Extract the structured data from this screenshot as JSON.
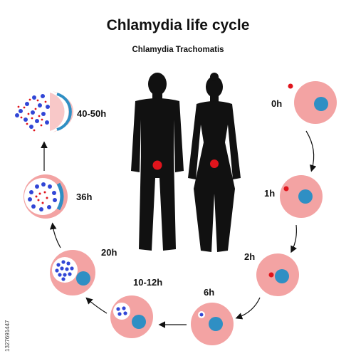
{
  "title": "Chlamydia life cycle",
  "subtitle": "Chlamydia Trachomatis",
  "stages": [
    {
      "label": "0h"
    },
    {
      "label": "1h"
    },
    {
      "label": "2h"
    },
    {
      "label": "6h"
    },
    {
      "label": "10-12h"
    },
    {
      "label": "20h"
    },
    {
      "label": "36h"
    },
    {
      "label": "40-50h"
    }
  ],
  "stock_id": "1327691447",
  "colors": {
    "cell": "#f3a3a3",
    "cell_edge": "#f7c3c3",
    "nucleus": "#2f8fc4",
    "infection": "#e0141c",
    "inclusion": "#ffffff",
    "particle": "#3146d6",
    "silhouette": "#111111"
  }
}
